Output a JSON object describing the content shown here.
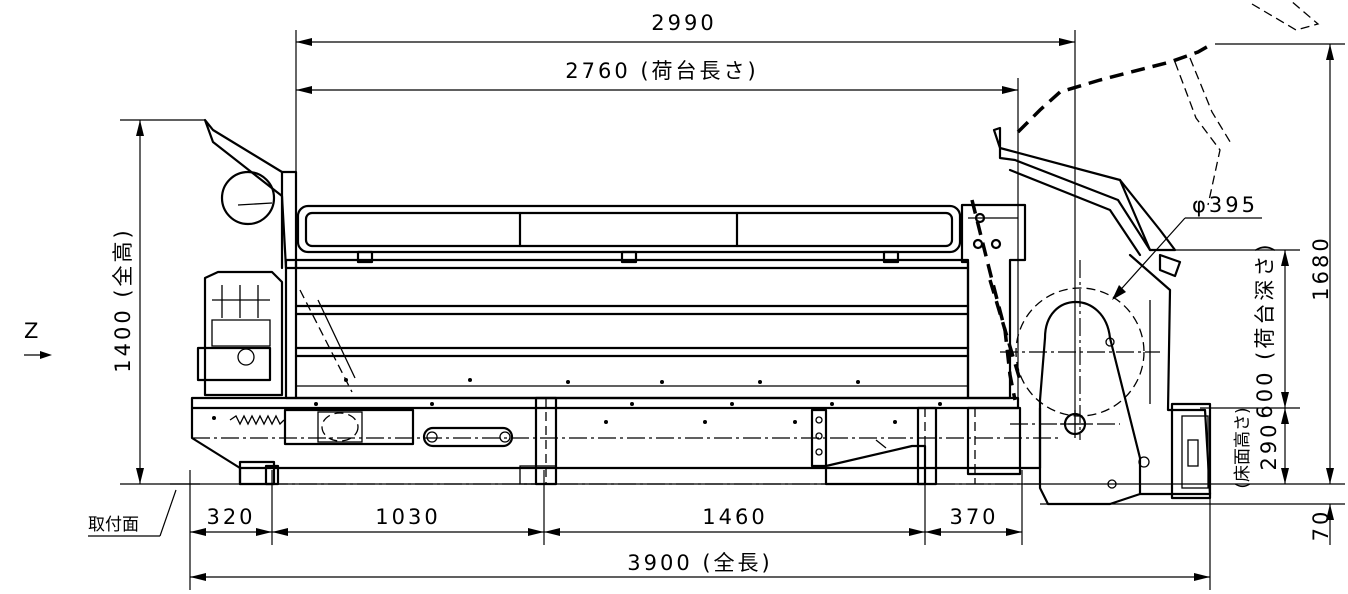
{
  "dimensions": {
    "top_overall": "2990",
    "bed_length": "2760 (荷台長さ)",
    "diameter": "φ395",
    "overall_height_right": "1680",
    "height_left": "1400 (全高)",
    "bed_depth": "600 (荷台深さ)",
    "floor_height": "290",
    "floor_height_label": "(床面高さ)",
    "ground_gap": "70",
    "seg_1": "320",
    "seg_2": "1030",
    "seg_3": "1460",
    "seg_4": "370",
    "overall_length": "3900 (全長)"
  },
  "labels": {
    "view_z": "Z",
    "mount_face": "取付面"
  }
}
